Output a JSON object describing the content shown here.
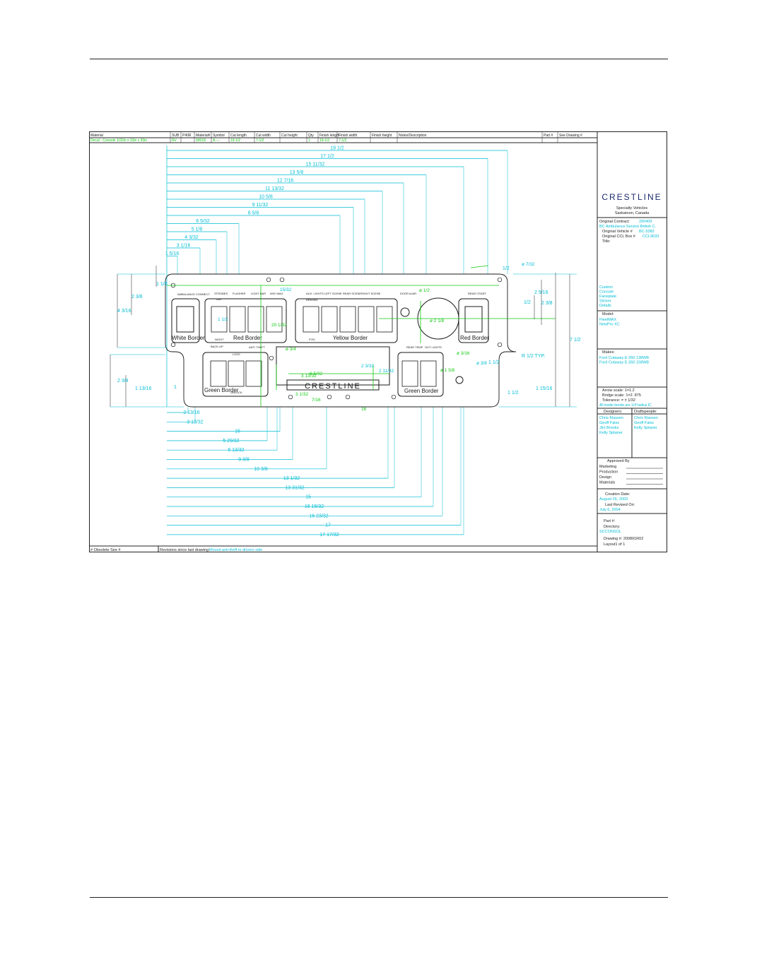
{
  "colors": {
    "outline": "#1a1a1a",
    "dimension": "#00bcd4",
    "accent": "#11c911"
  },
  "header": {
    "cols": [
      "Material",
      "SUB",
      "P40R",
      "Material#",
      "Symbol",
      "Cut length",
      "Cut width",
      "Cut height",
      "Qty",
      "Finish length",
      "Finish width",
      "Finish height",
      "Notes/Description",
      "Part #",
      "See Drawing #"
    ],
    "values": [
      "Decal - Console 1/32in x 10in x 20in",
      "RV",
      "",
      "90018",
      "A----",
      "19-1/2",
      "7-1/2",
      "",
      "1",
      "19-1/2",
      "7-1/2",
      "",
      "",
      "",
      ""
    ]
  },
  "footer": {
    "obsolete": "# Obsolete See #",
    "revisions_label": "Revisions since last drawing:",
    "revisions_value": "Moved anti-theft to drivers side"
  },
  "title_block": {
    "logo": "CRESTLINE",
    "company": "Specialty Vehicles",
    "location": "Saskatoon, Canada",
    "orig_contract_label": "Original Contract:",
    "orig_contract_value": "200409",
    "customer": "BC Ambulance Service British C.",
    "orig_vehicle_label": "Original Vehicle #",
    "orig_vehicle_value": "BC-5382",
    "orig_ccl_label": "Original CCL Box #",
    "orig_ccl_value": "CCL9633",
    "title_label": "Title:",
    "title_lines": [
      "Custom",
      "Console",
      "Faceplate",
      "Sticker",
      "Details"
    ],
    "model_label": "Model:",
    "model_lines": [
      "FleetMAX",
      "NewPro XC"
    ],
    "models_label": "Makes:",
    "makes_lines": [
      "Ford Cutaway E-350 138WB",
      "Ford Cutaway E-350 158WB"
    ],
    "arrow_scale": "Arrow scale: 1=1.2",
    "bridge_scale": "Bridge scale: 1=2. 875",
    "tolerance": "Tolerance: = ± 1/32",
    "bends_note": "All inside bends are 1/4\"radius IC",
    "designers_label": "Designers:",
    "draftspeople_label": "Draftspeople:",
    "designers": [
      "Chris Klassen",
      "Geoff Faiss",
      "Jim Brooks",
      "Kelly Sptaner"
    ],
    "draftspeople": [
      "Chris Klassen",
      "Geoff Faiss",
      "Kelly Sptaner"
    ],
    "approved_label": "Approved By",
    "approvals": [
      "Marketing",
      "Production",
      "Design",
      "Materials"
    ],
    "creation_label": "Creation Date:",
    "creation_date": "August 26, 2003",
    "revised_label": "Last Revised On:",
    "revised_date": "July 6, 2004",
    "part_label": "Part #:",
    "directory_label": "Directory:",
    "directory_value": "SCCONSOL",
    "drawing_no": "Drawing #: 200891R02",
    "layout": "Layout1 of 1"
  },
  "panel_labels": {
    "white_border": "White Border",
    "red_border": "Red Border",
    "yellow_border": "Yellow Border",
    "red_border_2": "Red Border",
    "green_border": "Green Border",
    "green_border_2": "Green Border",
    "ambulance": "AMBULANCE CONNECT",
    "strobes": "STROBES",
    "flasher": "FLASHER",
    "light_bar": "LIGHT BAR",
    "wig_wag": "WIG WAG",
    "day": "DAY",
    "night": "NIGHT",
    "aux_lights": "AUX. LIGHTS",
    "left_scene": "LEFT SCENE",
    "rear_scene": "REAR SCENE",
    "right_scene": "RIGHT SCENE",
    "door_ajar": "DOOR AJAR",
    "remote_start": "REMO START",
    "driving": "DRIVING",
    "fog": "FOG",
    "back_up": "BACK-UP",
    "lock": "LOCK",
    "unlock": "UNLOCK",
    "anti_theft": "ANTI THEFT",
    "rear_temp": "REAR TEMP",
    "out_lights": "OUT LIGHTS",
    "logo": "CRESTLINE",
    "r_typ": "R 1/2 TYP."
  },
  "dims_top": [
    "19 1/2",
    "17 1/2",
    "15 11/32",
    "13 5/8",
    "12 7/16",
    "11 13/32",
    "10 5/8",
    "9 11/32",
    "8 5/8",
    "6 5/32",
    "5 1/8",
    "4 3/32",
    "3 1/16",
    "1 5/16"
  ],
  "dims_bottom": [
    "2 13/16",
    "3 13/32",
    "15",
    "5 29/32",
    "6 13/32",
    "9 3/8",
    "10 3/8",
    "13 1/32",
    "13 31/32",
    "15",
    "16 15/32",
    "16 23/32",
    "17",
    "17 17/32"
  ],
  "dims_side": [
    "4 3/16",
    "2 3/8",
    "1 1/8",
    "2 3/4",
    "1 13/16",
    "1",
    "1 1/2",
    "1 15/16",
    "2 5/16",
    "2 3/8",
    "7 1/2",
    "1/2",
    "1/2",
    "1 1/2"
  ],
  "dims_misc": [
    "ø 7/32",
    "ø 1/2",
    "ø 2 1/8",
    "ø 3/8",
    "ø 3/4",
    "20 1/32",
    "1 1/2",
    "3 13/32",
    "6 5/32",
    "2 3/32",
    "3 1/32",
    "16",
    "2 11/32",
    "ø 3/16",
    "ø 1 5/8",
    "15/32",
    "7/16"
  ]
}
